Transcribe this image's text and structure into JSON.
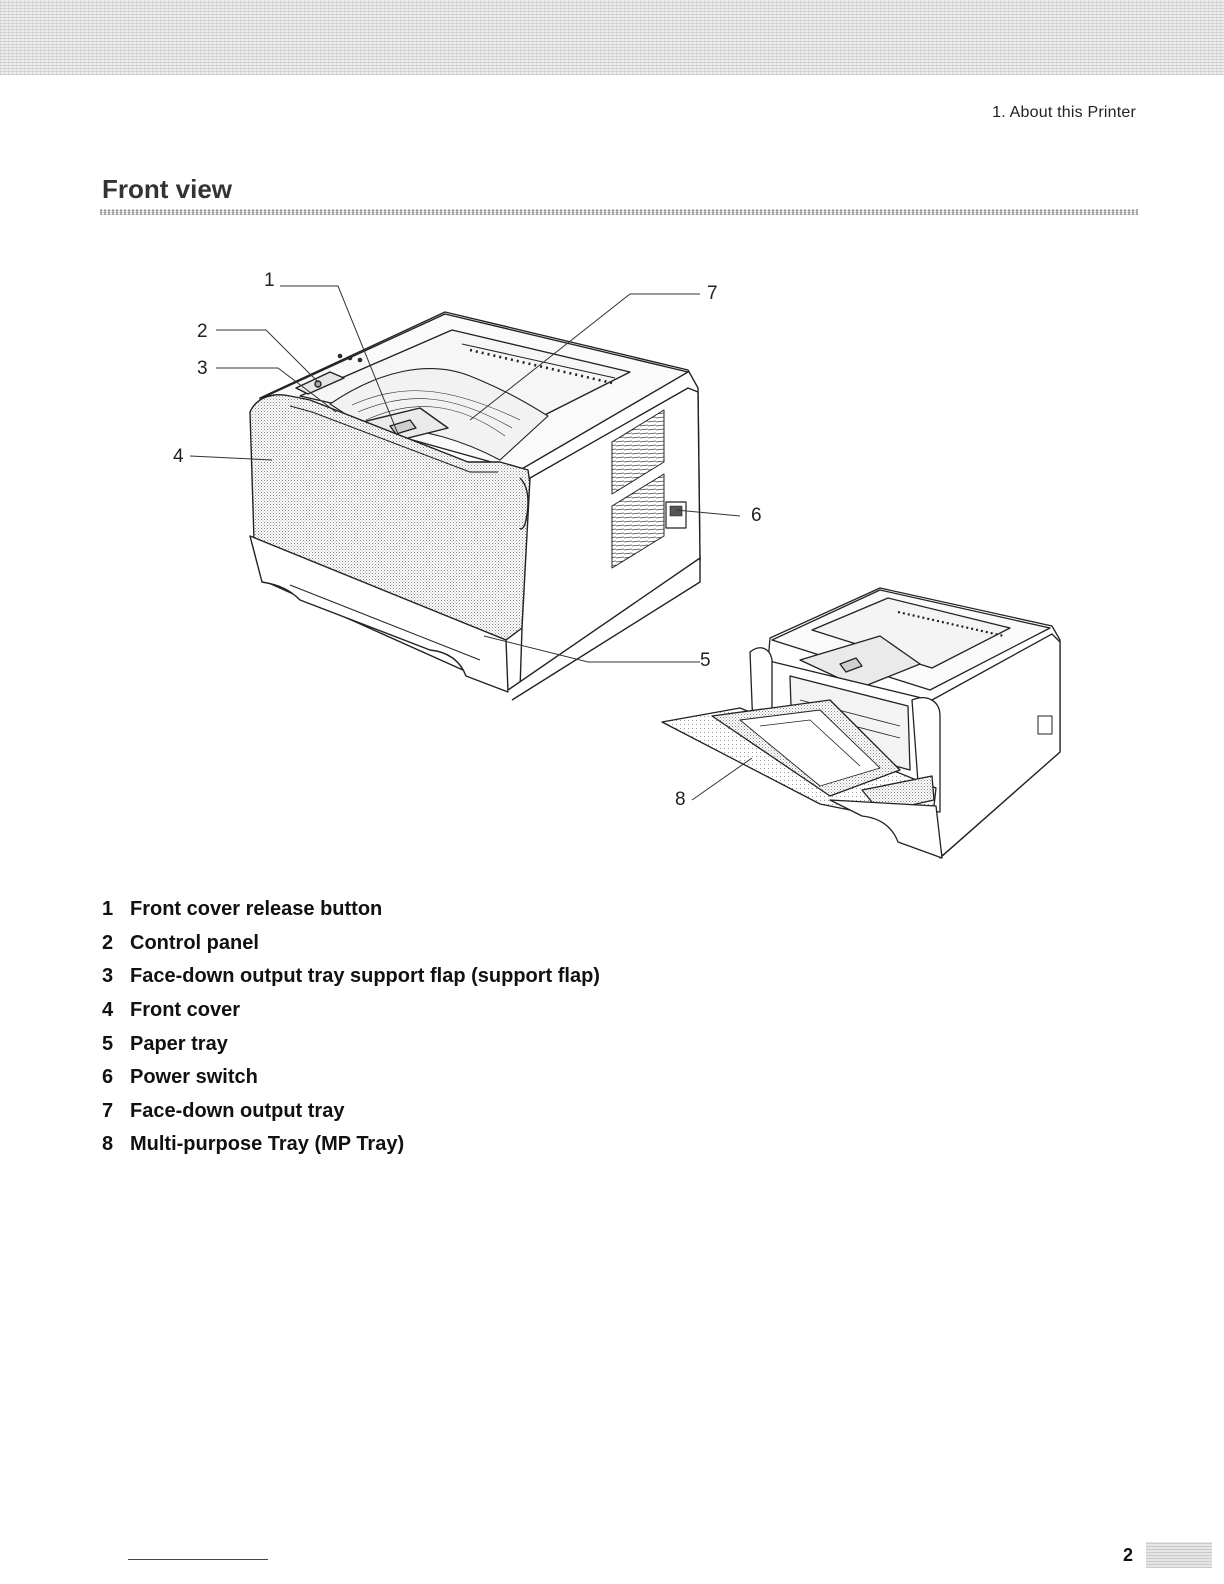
{
  "header": {
    "running_title": "1. About this Printer"
  },
  "section": {
    "title": "Front view"
  },
  "figure": {
    "callouts": [
      "1",
      "2",
      "3",
      "4",
      "5",
      "6",
      "7",
      "8"
    ]
  },
  "legend": {
    "items": [
      {
        "num": "1",
        "label": "Front cover release button"
      },
      {
        "num": "2",
        "label": "Control panel"
      },
      {
        "num": "3",
        "label": "Face-down output tray support flap (support flap)"
      },
      {
        "num": "4",
        "label": "Front cover"
      },
      {
        "num": "5",
        "label": "Paper tray"
      },
      {
        "num": "6",
        "label": "Power switch"
      },
      {
        "num": "7",
        "label": "Face-down output tray"
      },
      {
        "num": "8",
        "label": "Multi-purpose Tray (MP Tray)"
      }
    ]
  },
  "footer": {
    "page_number": "2"
  }
}
